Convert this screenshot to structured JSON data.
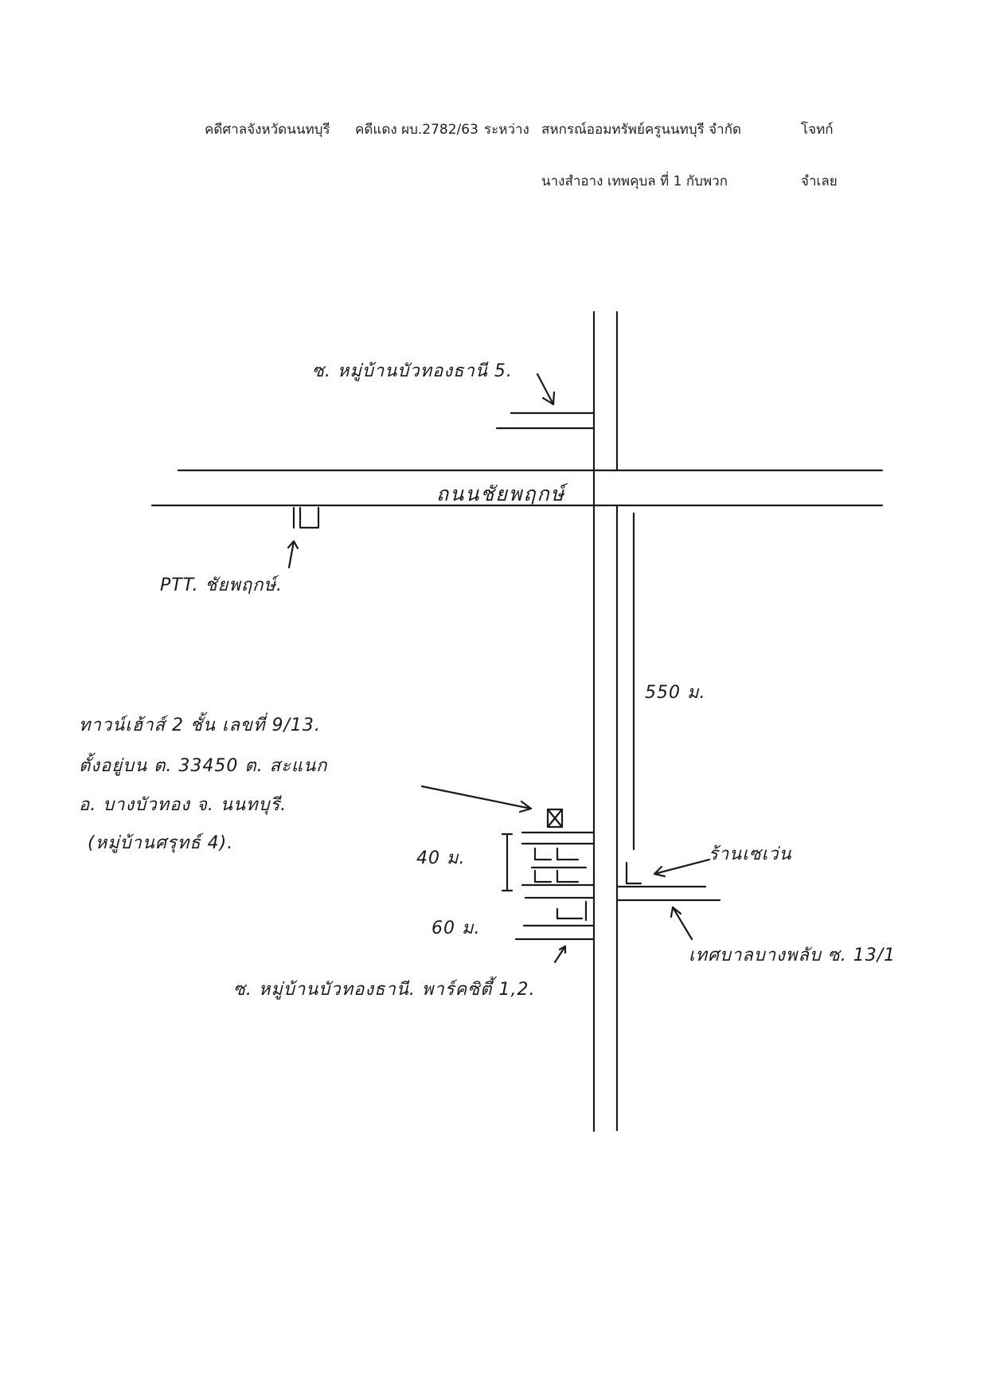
{
  "header": {
    "case_court": "คดีศาลจังหวัดนนทบุรี",
    "case_number": "คดีแดง ผบ.2782/63",
    "between": "ระหว่าง",
    "plaintiff_name": "สหกรณ์ออมทรัพย์ครูนนทบุรี จำกัด",
    "plaintiff_role": "โจทก์",
    "defendant_name": "นางสำอาง เทพคุบล ที่ 1 กับพวก",
    "defendant_role": "จำเลย"
  },
  "map": {
    "top_soi_label": "ซ. หมู่บ้านบัวทองธานี 5.",
    "main_road_label": "ถนนชัยพฤกษ์",
    "ptt_label": "PTT. ชัยพฤกษ์.",
    "distance_550": "550 ม.",
    "property": {
      "line1": "ทาวน์เฮ้าส์ 2 ชั้น เลขที่ 9/13.",
      "line2": "ตั้งอยู่บน ต. 33450 ต. สะแนก",
      "line3": "อ. บางบัวทอง จ. นนทบุรี.",
      "line4": "(หมู่บ้านศรุทธ์ 4)."
    },
    "distance_40": "40 ม.",
    "shop_label": "ร้านเซเว่น",
    "distance_60": "60 ม.",
    "bottom_right_label": "เทศบาลบางพลับ ซ. 13/1",
    "bottom_soi_label": "ซ. หมู่บ้านบัวทองธานี. พาร์คซิตี้ 1,2."
  }
}
